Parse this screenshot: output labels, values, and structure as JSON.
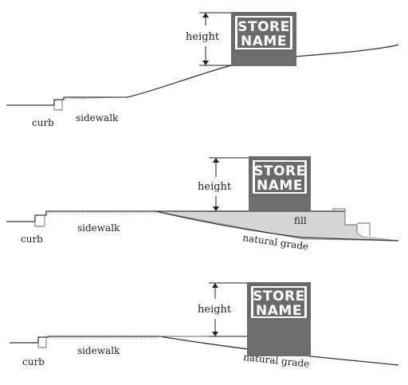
{
  "labels": {
    "height": "height",
    "curb": "curb",
    "sidewalk": "sidewalk",
    "fill": "fill",
    "natural_grade": "natural grade",
    "store_line1": "STORE",
    "store_line2": "NAME"
  }
}
